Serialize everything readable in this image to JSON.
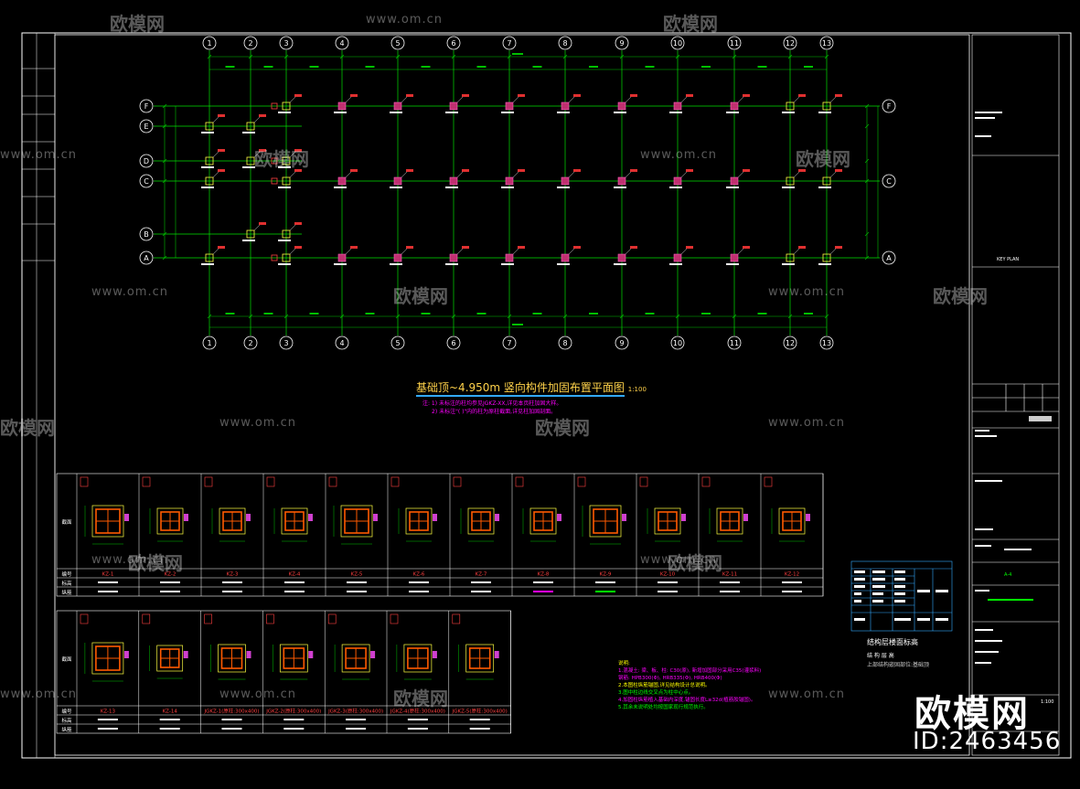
{
  "watermarks": {
    "url": "www.om.cn",
    "logo": "欧模网"
  },
  "brand": {
    "name": "欧模网",
    "id": "ID:2463456"
  },
  "plan": {
    "title": "基础顶~4.950m 竖向构件加固布置平面图",
    "scale": "1:100",
    "notes": [
      "注: 1) 未标注的柱均参见JGKZ-XX,详见本页柱加固大样。",
      "2) 未标注\"( )\"内的柱为原柱截面,详见柱加固剖面。"
    ],
    "axes_top": [
      "1",
      "2",
      "3",
      "4",
      "5",
      "6",
      "7",
      "8",
      "9",
      "10",
      "11",
      "12",
      "13"
    ],
    "axes_side": [
      "F",
      "E",
      "D",
      "C",
      "B",
      "A"
    ]
  },
  "col_table": {
    "row_labels": [
      "截面",
      "编号",
      "标高",
      "纵筋"
    ],
    "row1_ids": [
      "KZ-1",
      "KZ-2",
      "KZ-3",
      "KZ-4",
      "KZ-5",
      "KZ-6",
      "KZ-7",
      "KZ-8",
      "KZ-9",
      "KZ-10",
      "KZ-11",
      "KZ-12"
    ],
    "row2_ids": [
      "KZ-13",
      "KZ-14",
      "JGKZ-1(原柱:300x400)",
      "JGKZ-2(原柱:300x400)",
      "JGKZ-3(原柱:300x400)",
      "JGKZ-4(原柱:300x400)",
      "JGKZ-5(原柱:300x400)"
    ]
  },
  "legend": {
    "title": "结构层楼面标高",
    "subtitle": "结 构 层 高",
    "note": "上部结构嵌固部位:基础顶"
  },
  "gen_notes": [
    "说明:",
    "1.混凝土: 梁、板、柱: C30(原), 新增加固部分采用C35(灌浆料)",
    "钢筋: HPB300(Φ), HRB335(Φ), HRB400(Φ)",
    "2.本图柱纵筋锚固,详见结构设计总说明。",
    "3.图中柱边线交叉点为柱中心点。",
    "4.加固柱纵筋植入基础内深度,锚固长度L≥32d(植筋胶锚固)。",
    "5.其余未说明处均按国家现行规范执行。"
  ],
  "title_block": {
    "key_plan": "KEY PLAN",
    "scale": "1:100"
  },
  "colors": {
    "grid": "#00e000",
    "column": "#ff00ff",
    "dim": "#00c000",
    "frame": "#ffffff",
    "section_bar": "#ff5a00",
    "accent_yellow": "#ffff00"
  }
}
